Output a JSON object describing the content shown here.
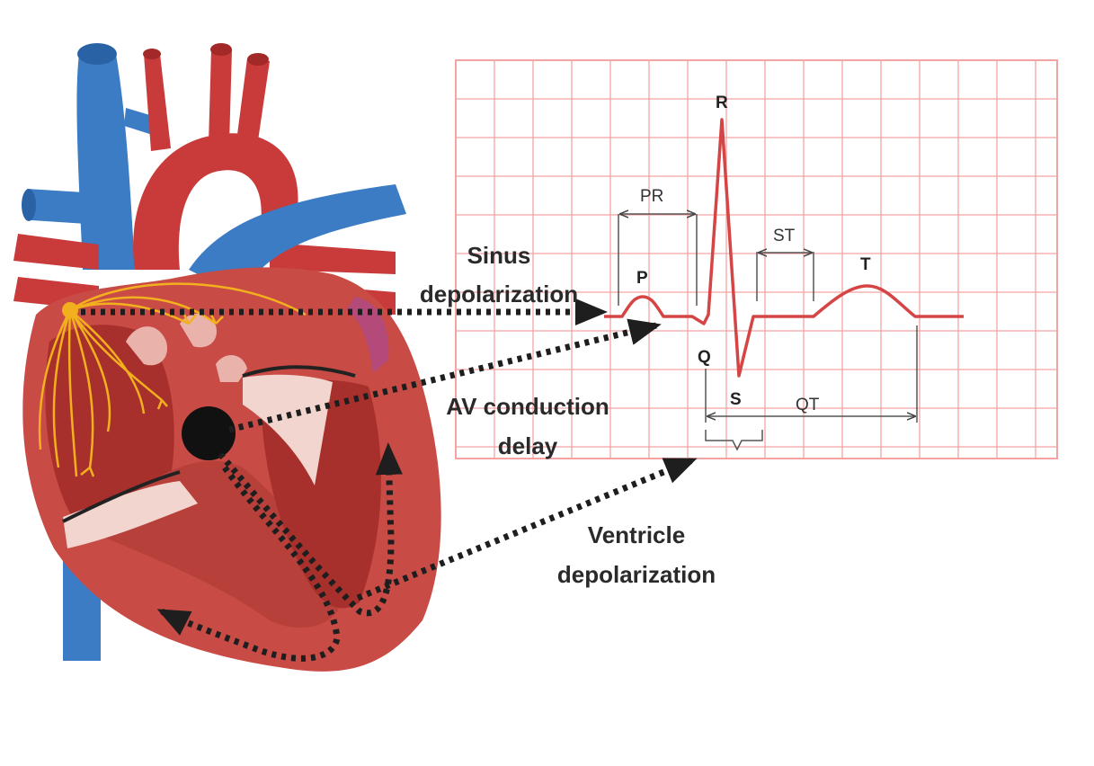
{
  "colors": {
    "grid": "#f4a3a3",
    "ecg_trace": "#d64545",
    "conduction": "#f2b01e",
    "vein": "#3b7cc4",
    "artery": "#c93a3a",
    "myocardium": "#c84b45",
    "chamber": "#a8302c",
    "node": "#111111",
    "arrow": "#1e1e1e"
  },
  "labels": {
    "sinus_line1": "Sinus",
    "sinus_line2": "depolarization",
    "av_line1": "AV conduction",
    "av_line2": "delay",
    "ventricle_line1": "Ventricle",
    "ventricle_line2": "depolarization"
  },
  "ecg": {
    "waves": {
      "p": "P",
      "q": "Q",
      "r": "R",
      "s": "S",
      "t": "T"
    },
    "intervals": {
      "pr": "PR",
      "st": "ST",
      "qt": "QT"
    }
  },
  "icons": {
    "heart": "heart-illustration",
    "sa_node": "sinoatrial-node",
    "av_node": "atrioventricular-node"
  }
}
